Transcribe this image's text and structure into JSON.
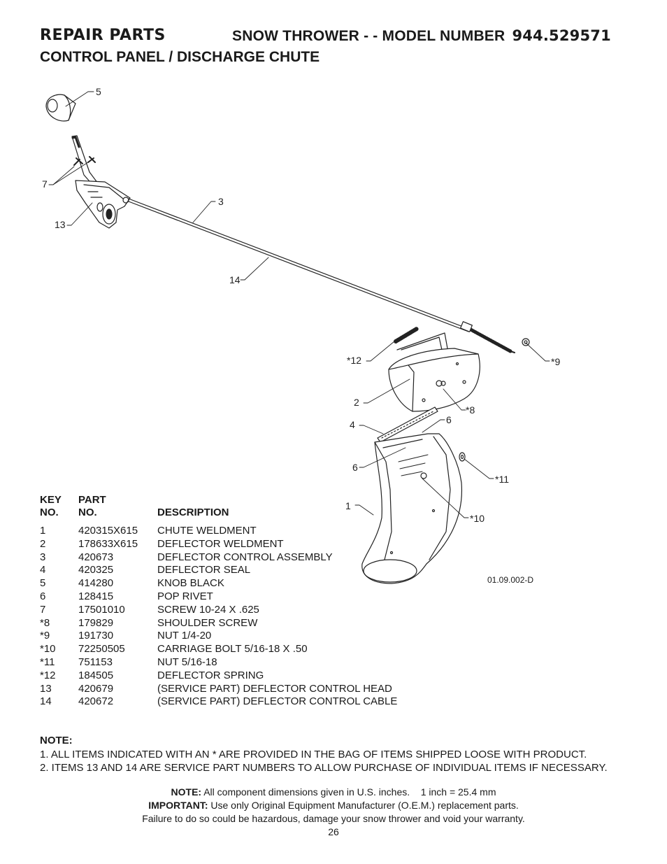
{
  "header": {
    "section": "REPAIR PARTS",
    "product": "SNOW THROWER - - MODEL NUMBER",
    "model_number": "944.529571",
    "subtitle": "CONTROL PANEL / DISCHARGE CHUTE"
  },
  "diagram": {
    "drawing_code": "01.09.002-D",
    "callouts": [
      "5",
      "7",
      "3",
      "13",
      "14",
      "*12",
      "*9",
      "2",
      "*8",
      "4",
      "6",
      "6",
      "*11",
      "1",
      "*10"
    ]
  },
  "parts_table": {
    "headers": {
      "key_line1": "KEY",
      "key_line2": "NO.",
      "part_line1": "PART",
      "part_line2": "NO.",
      "description": "DESCRIPTION"
    },
    "rows": [
      {
        "key": "1",
        "part": "420315X615",
        "description": "CHUTE WELDMENT"
      },
      {
        "key": "2",
        "part": "178633X615",
        "description": "DEFLECTOR WELDMENT"
      },
      {
        "key": "3",
        "part": "420673",
        "description": "DEFLECTOR CONTROL ASSEMBLY"
      },
      {
        "key": "4",
        "part": "420325",
        "description": "DEFLECTOR SEAL"
      },
      {
        "key": "5",
        "part": "414280",
        "description": "KNOB BLACK"
      },
      {
        "key": "6",
        "part": "128415",
        "description": "POP RIVET"
      },
      {
        "key": "7",
        "part": "17501010",
        "description": "SCREW 10-24 X .625"
      },
      {
        "key": "*8",
        "part": "179829",
        "description": "SHOULDER SCREW"
      },
      {
        "key": "*9",
        "part": "191730",
        "description": "NUT 1/4-20"
      },
      {
        "key": "*10",
        "part": "72250505",
        "description": "CARRIAGE BOLT 5/16-18 X .50"
      },
      {
        "key": "*11",
        "part": "751153",
        "description": "NUT 5/16-18"
      },
      {
        "key": "*12",
        "part": "184505",
        "description": "DEFLECTOR SPRING"
      },
      {
        "key": "13",
        "part": "420679",
        "description": "(SERVICE PART) DEFLECTOR CONTROL HEAD"
      },
      {
        "key": "14",
        "part": "420672",
        "description": "(SERVICE PART) DEFLECTOR CONTROL CABLE"
      }
    ]
  },
  "notes": {
    "title": "NOTE:",
    "items": [
      "1. ALL ITEMS INDICATED WITH AN * ARE PROVIDED IN THE BAG OF ITEMS SHIPPED LOOSE WITH PRODUCT.",
      "2. ITEMS 13 AND 14 ARE SERVICE PART NUMBERS TO ALLOW PURCHASE OF INDIVIDUAL ITEMS IF NECESSARY."
    ]
  },
  "footer": {
    "note_label": "NOTE:",
    "note_text": "All component dimensions given in U.S. inches.",
    "conversion": "1 inch = 25.4 mm",
    "important_label": "IMPORTANT:",
    "important_text": "Use only Original Equipment Manufacturer (O.E.M.) replacement parts.",
    "warning": "Failure to do so could be hazardous, damage your snow thrower and void your warranty.",
    "page_number": "26"
  }
}
